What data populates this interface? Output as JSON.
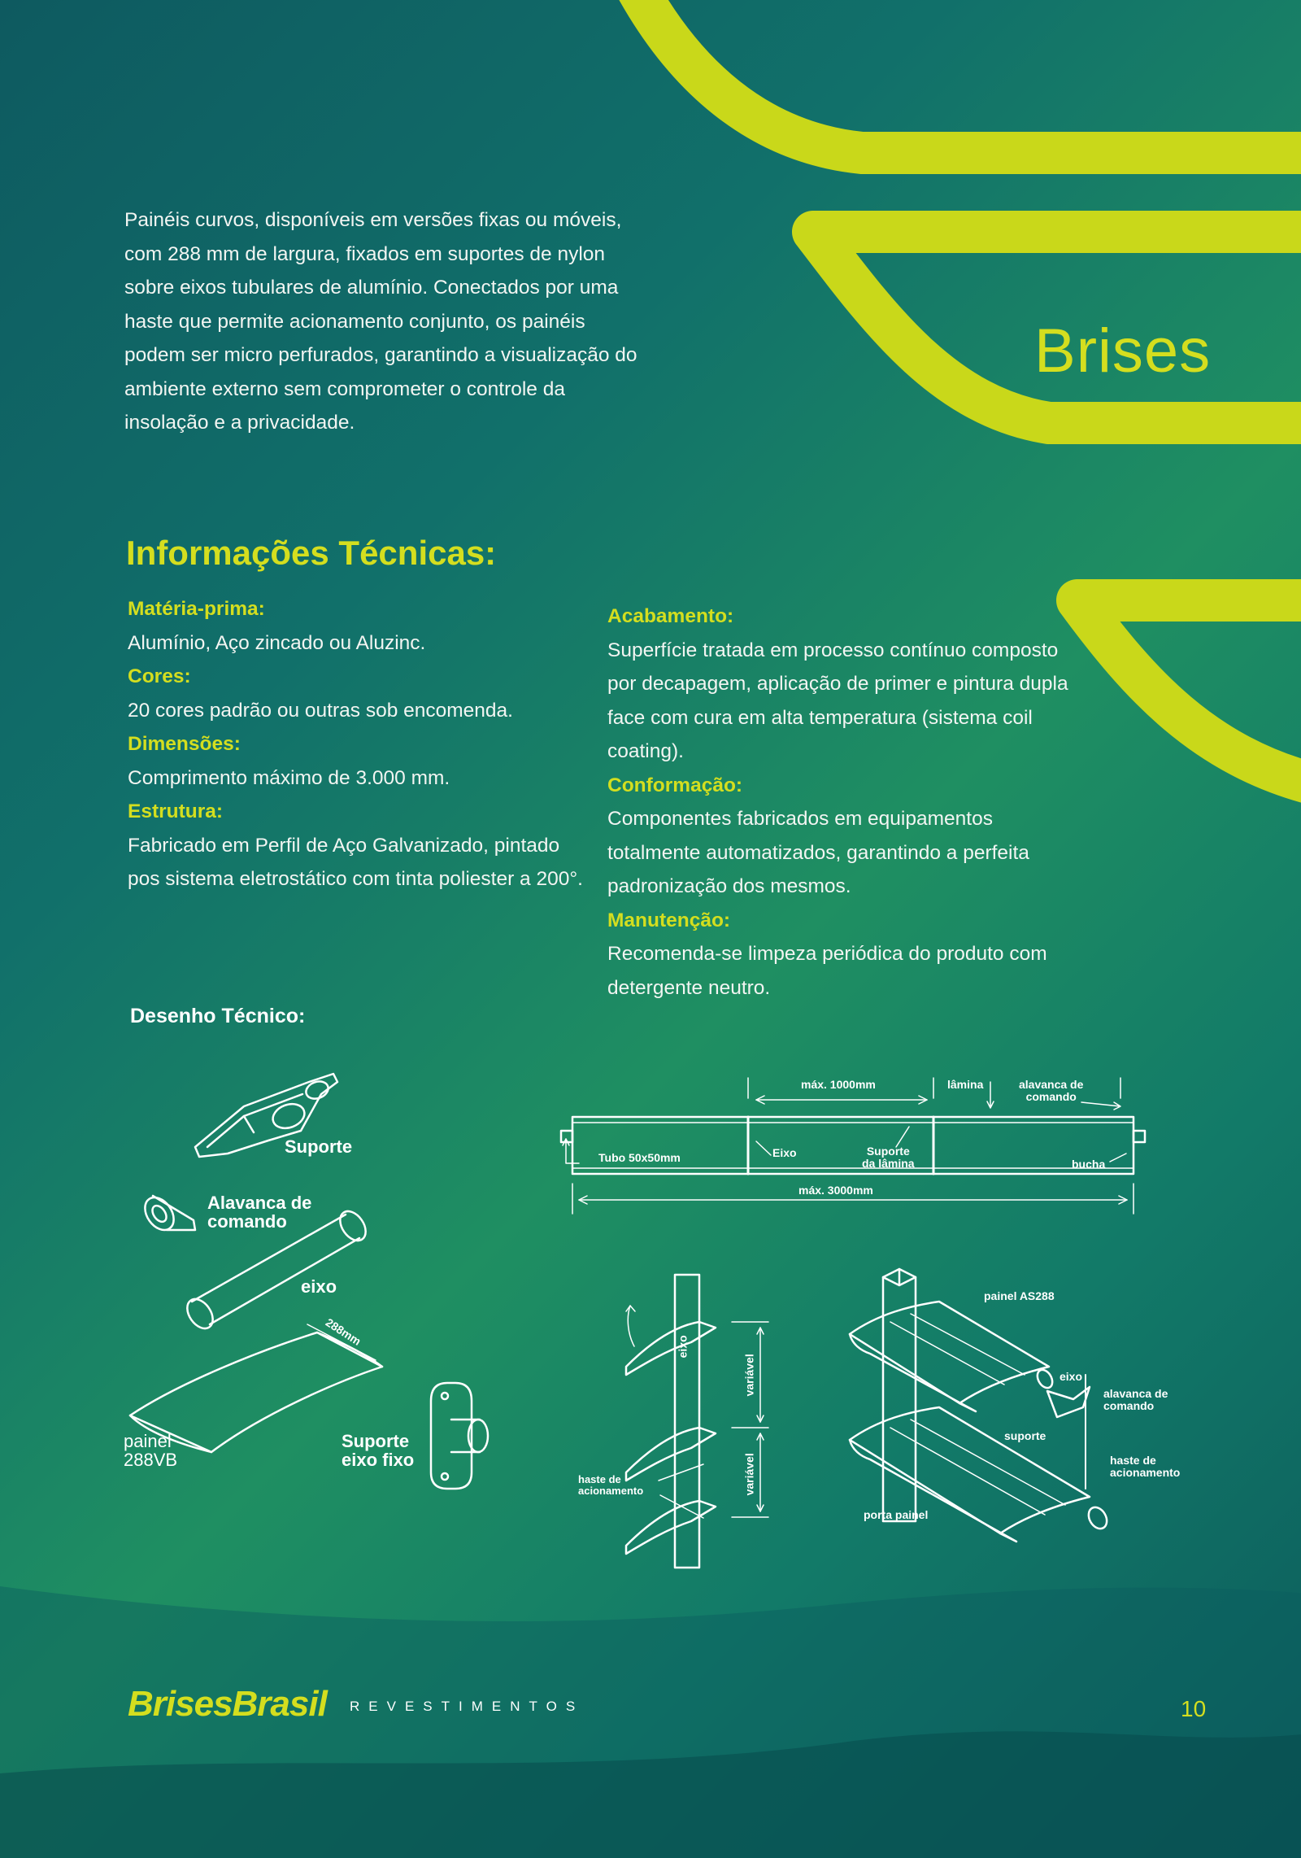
{
  "colors": {
    "accent": "#d4de1f",
    "bg_dark": "#0e5a60",
    "bg_light": "#1f8f62"
  },
  "title": "Brises",
  "intro": "Painéis curvos, disponíveis em versões fixas ou móveis, com 288 mm de largura, fixados em suportes de nylon sobre eixos tubulares de alumínio. Conectados por uma haste que permite acionamento conjunto, os painéis podem ser micro perfurados, garantindo a visualização do ambiente externo sem comprometer o controle da insolação e a privacidade.",
  "tech": {
    "heading": "Informações Técnicas:",
    "left": [
      {
        "label": "Matéria-prima:",
        "text": "Alumínio, Aço zincado ou Aluzinc."
      },
      {
        "label": "Cores:",
        "text": "20 cores padrão ou outras sob encomenda."
      },
      {
        "label": "Dimensões:",
        "text": "Comprimento máximo de 3.000 mm."
      },
      {
        "label": "Estrutura:",
        "text": "Fabricado em Perfil de Aço Galvanizado, pintado pos sistema eletrostático com tinta poliester a 200°."
      }
    ],
    "right": [
      {
        "label": "Acabamento:",
        "text": "Superfície tratada em processo contínuo composto por decapagem, aplicação de primer e pintura dupla face com cura em alta temperatura (sistema coil coating)."
      },
      {
        "label": "Conformação:",
        "text": "Componentes fabricados em equipamentos totalmente automatizados, garantindo a perfeita padronização dos mesmos."
      },
      {
        "label": "Manutenção:",
        "text": "Recomenda-se limpeza periódica do produto com detergente neutro."
      }
    ]
  },
  "drawing": {
    "heading": "Desenho Técnico:",
    "parts": {
      "suporte": "Suporte",
      "alavanca_1": "Alavanca de",
      "alavanca_2": "comando",
      "eixo": "eixo",
      "painel_1": "painel",
      "painel_2": "288VB",
      "suporte_fixo_1": "Suporte",
      "suporte_fixo_2": "eixo fixo",
      "dim_288": "288mm"
    },
    "elevation": {
      "max1000": "máx. 1000mm",
      "lamina": "lâmina",
      "alavanca_1": "alavanca de",
      "alavanca_2": "comando",
      "tubo": "Tubo 50x50mm",
      "eixo": "Eixo",
      "suporte_1": "Suporte",
      "suporte_2": "da lâmina",
      "bucha": "bucha",
      "max3000": "máx. 3000mm"
    },
    "side": {
      "eixo": "eixo",
      "variavel_1": "variável",
      "variavel_2": "variável",
      "haste_1": "haste de",
      "haste_2": "acionamento"
    },
    "iso": {
      "painel": "painel AS288",
      "eixo": "eixo",
      "alavanca_1": "alavanca de",
      "alavanca_2": "comando",
      "suporte": "suporte",
      "haste_1": "haste de",
      "haste_2": "acionamento",
      "porta": "porta painel"
    }
  },
  "footer": {
    "brand": "BrisesBrasil",
    "sub": "REVESTIMENTOS",
    "page": "10"
  }
}
